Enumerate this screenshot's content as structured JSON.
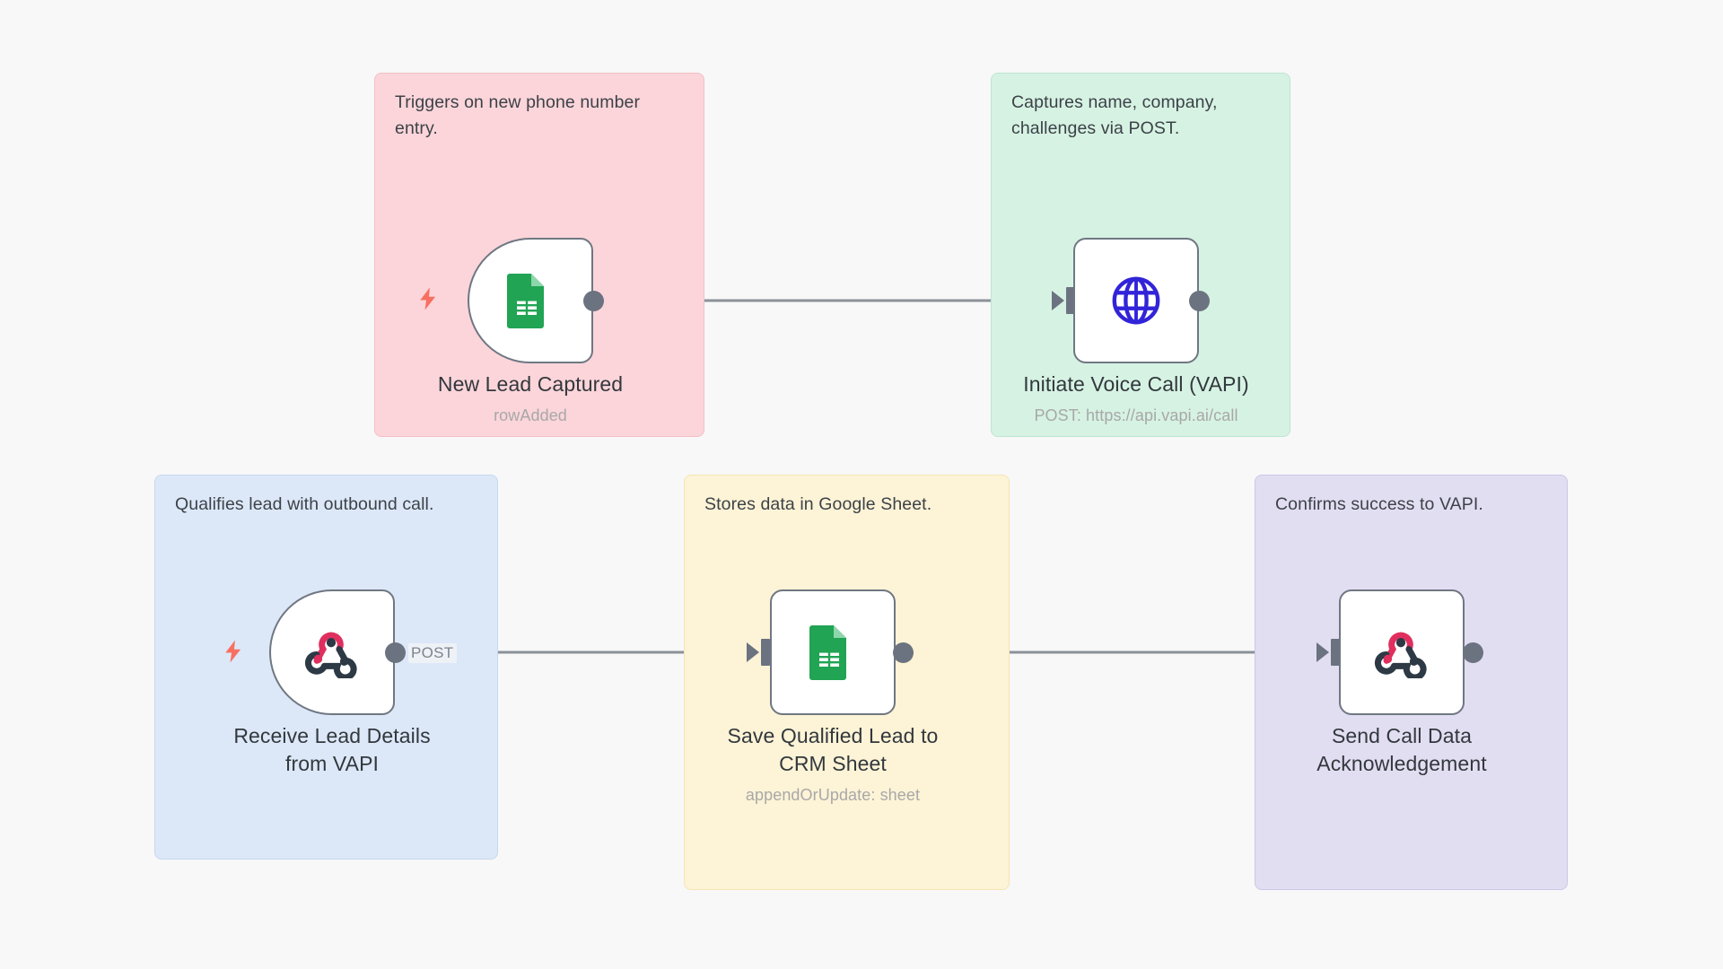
{
  "canvas": {
    "background_color": "#f8f8f8",
    "edge_color": "#8b9299",
    "port_color": "#6b7280",
    "node_border_color": "#6f7782",
    "trigger_bolt_color": "#f87060"
  },
  "groups": [
    {
      "id": "group-trigger",
      "note": "Triggers on new phone number\nentry.",
      "color": "#fbd5da",
      "border_color": "#f3bfc6"
    },
    {
      "id": "group-voice-call",
      "note": "Captures name, company,\nchallenges via POST.",
      "color": "#d6f2e3",
      "border_color": "#bde6d3"
    },
    {
      "id": "group-receive-lead",
      "note": "Qualifies lead with outbound call.",
      "color": "#dce8f8",
      "border_color": "#c6d8ef"
    },
    {
      "id": "group-save-lead",
      "note": "Stores data in Google Sheet.",
      "color": "#fdf3d6",
      "border_color": "#f5e4b4"
    },
    {
      "id": "group-acknowledge",
      "note": "Confirms success to VAPI.",
      "color": "#e2def2",
      "border_color": "#cdc7e8"
    }
  ],
  "nodes": [
    {
      "id": "new-lead-captured",
      "title": "New Lead Captured",
      "subtitle": "rowAdded",
      "icon": "google-sheets-icon",
      "is_trigger": true,
      "has_input": false,
      "has_output": true
    },
    {
      "id": "initiate-voice-call",
      "title": "Initiate Voice Call (VAPI)",
      "subtitle": "POST: https://api.vapi.ai/call",
      "icon": "globe-http-icon",
      "is_trigger": false,
      "has_input": true,
      "has_output": true
    },
    {
      "id": "receive-lead-details",
      "title": "Receive Lead Details\nfrom VAPI",
      "subtitle": "",
      "icon": "webhook-icon",
      "is_trigger": true,
      "has_input": false,
      "has_output": true
    },
    {
      "id": "save-qualified-lead",
      "title": "Save Qualified Lead to\nCRM Sheet",
      "subtitle": "appendOrUpdate: sheet",
      "icon": "google-sheets-icon",
      "is_trigger": false,
      "has_input": true,
      "has_output": true
    },
    {
      "id": "send-call-data-ack",
      "title": "Send Call Data\nAcknowledgement",
      "subtitle": "",
      "icon": "webhook-icon",
      "is_trigger": false,
      "has_input": true,
      "has_output": true
    }
  ],
  "edges": [
    {
      "id": "edge-lead-to-voice",
      "from": "new-lead-captured",
      "to": "initiate-voice-call",
      "label": ""
    },
    {
      "id": "edge-receive-to-save",
      "from": "receive-lead-details",
      "to": "save-qualified-lead",
      "label": "POST"
    },
    {
      "id": "edge-save-to-ack",
      "from": "save-qualified-lead",
      "to": "send-call-data-ack",
      "label": ""
    }
  ]
}
